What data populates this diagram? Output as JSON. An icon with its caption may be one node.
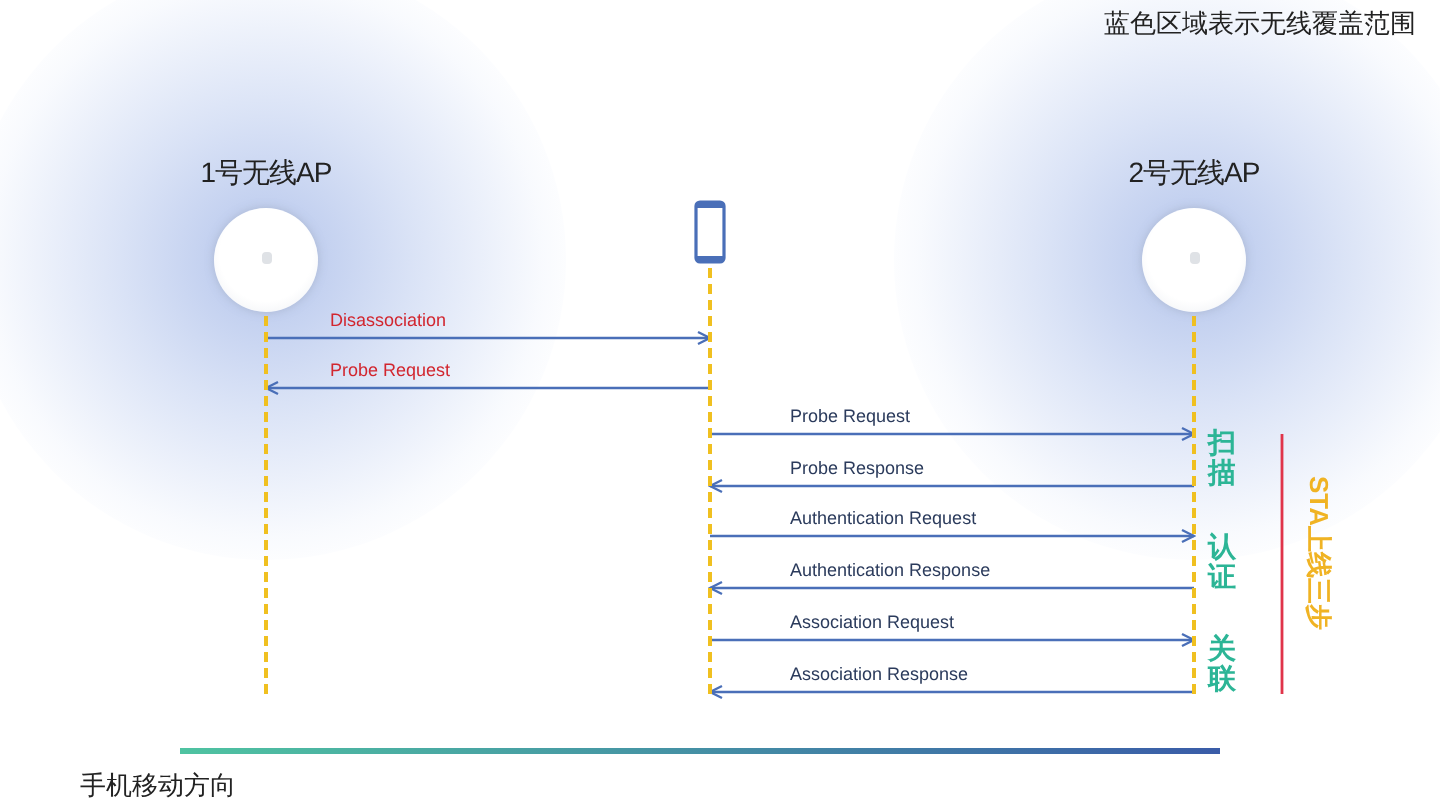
{
  "diagram": {
    "nodes": [
      {
        "text": [
          "1号无线AP"
        ]
      },
      {
        "text": [],
        "shape": "picture"
      },
      {
        "text": [
          "2号无线AP"
        ]
      }
    ],
    "edges": [
      {
        "from": 0,
        "to": 1,
        "arrow": "to",
        "label": "Disassociation"
      },
      {
        "from": 1,
        "to": 0,
        "arrow": "to",
        "label": "Probe Request"
      },
      {
        "from": 1,
        "to": 2,
        "arrow": "to",
        "label": "Probe Request"
      },
      {
        "from": 2,
        "to": 1,
        "arrow": "to",
        "label": "Probe Response"
      },
      {
        "from": 1,
        "to": 2,
        "arrow": "to",
        "label": "Authentication Request"
      },
      {
        "from": 2,
        "to": 1,
        "arrow": "to",
        "label": "Authentication Response"
      },
      {
        "from": 1,
        "to": 2,
        "arrow": "to",
        "label": "Association Request"
      },
      {
        "from": 2,
        "to": 1,
        "arrow": "to",
        "label": "Association Response"
      }
    ],
    "labels": [
      "蓝色区域表示无线覆盖范围",
      "扫描",
      "认证",
      "关联",
      "STA上线三步",
      "手机移动方向"
    ]
  }
}
